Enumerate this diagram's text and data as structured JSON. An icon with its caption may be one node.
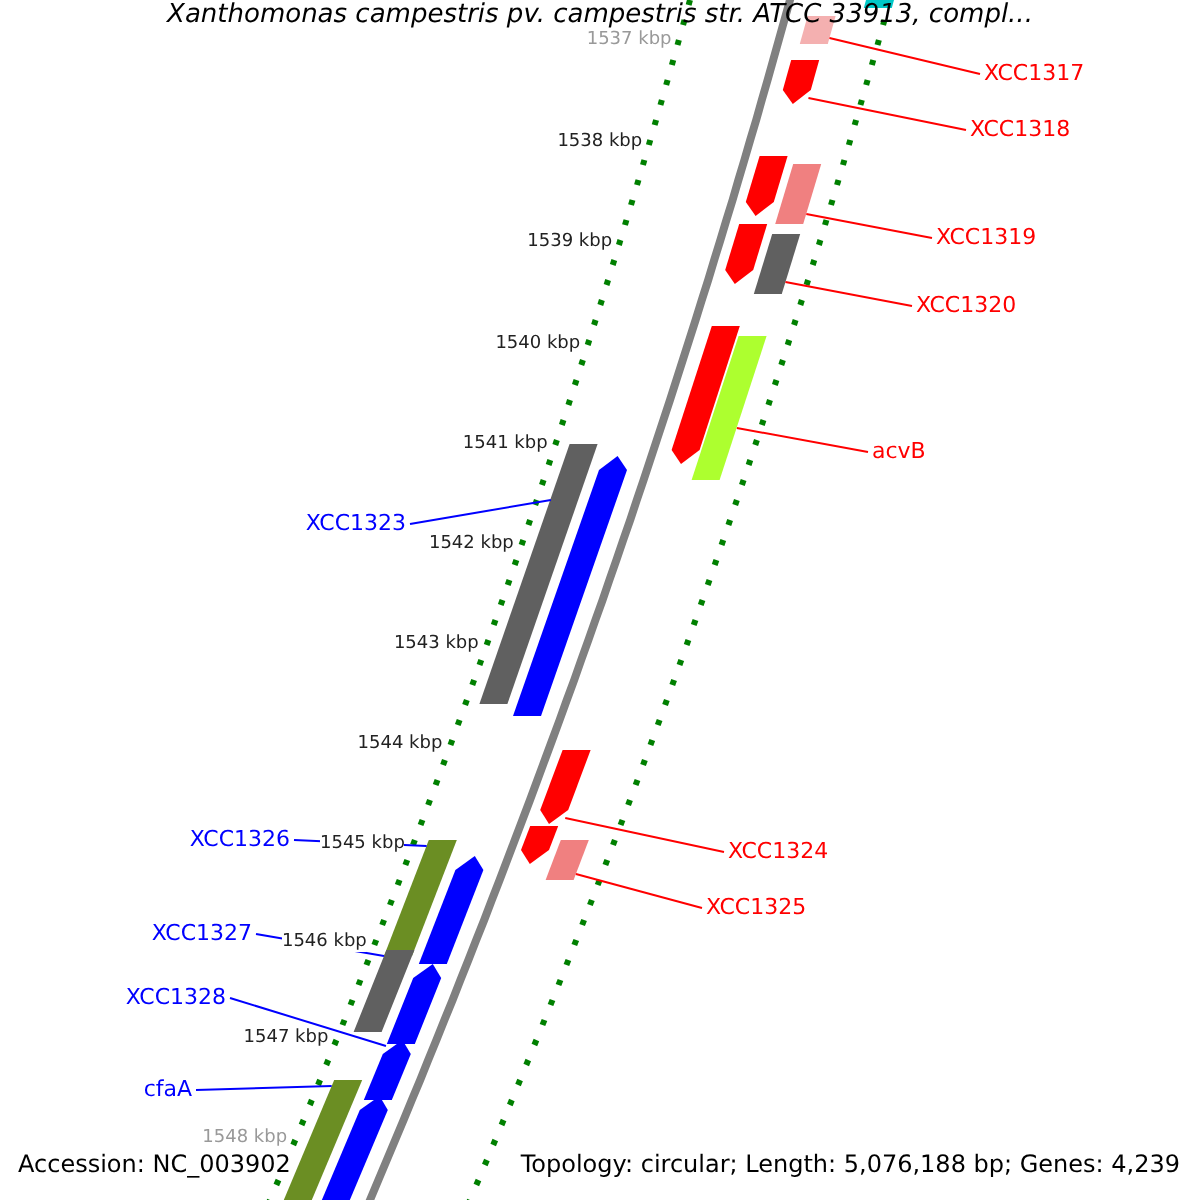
{
  "diagram": {
    "title": "Xanthomonas campestris pv. campestris str. ATCC 33913, compl...",
    "nodes": [
      {
        "text": [
          "XCC1317"
        ]
      },
      {
        "text": [
          "XCC1318"
        ]
      },
      {
        "text": [
          "XCC1319"
        ]
      },
      {
        "text": [
          "XCC1320"
        ]
      },
      {
        "text": [
          "acvB"
        ]
      },
      {
        "text": [
          "XCC1323"
        ]
      },
      {
        "text": [
          "XCC1324"
        ]
      },
      {
        "text": [
          "XCC1325"
        ]
      },
      {
        "text": [
          "XCC1326"
        ]
      },
      {
        "text": [
          "XCC1327"
        ]
      },
      {
        "text": [
          "XCC1328"
        ]
      },
      {
        "text": [
          "cfaA"
        ]
      },
      {
        "text": [],
        "shape": "bar"
      },
      {
        "text": [],
        "shape": "bar"
      },
      {
        "text": [],
        "shape": "bar"
      },
      {
        "text": [],
        "shape": "bar"
      },
      {
        "text": [],
        "shape": "bar"
      },
      {
        "text": [],
        "shape": "bar"
      },
      {
        "text": [],
        "shape": "bar"
      },
      {
        "text": [],
        "shape": "bar"
      },
      {
        "text": [],
        "shape": "bar"
      },
      {
        "text": [],
        "shape": "bar"
      },
      {
        "text": [],
        "shape": "bar"
      },
      {
        "text": [],
        "shape": "bar"
      },
      {
        "text": [],
        "shape": "bar"
      },
      {
        "text": [],
        "shape": "bar"
      },
      {
        "text": [],
        "shape": "bar"
      },
      {
        "text": [],
        "shape": "bar"
      },
      {
        "text": [],
        "shape": "bar"
      },
      {
        "text": [],
        "shape": "bar"
      },
      {
        "text": [],
        "shape": "bar"
      },
      {
        "text": [],
        "shape": "bar"
      },
      {
        "text": [],
        "shape": "bar"
      }
    ],
    "edges": [
      {
        "from": 0,
        "to": 13,
        "arrow": "none"
      },
      {
        "from": 1,
        "to": 14,
        "arrow": "none"
      },
      {
        "from": 2,
        "to": 16,
        "arrow": "none"
      },
      {
        "from": 3,
        "to": 18,
        "arrow": "none"
      },
      {
        "from": 4,
        "to": 20,
        "arrow": "none"
      },
      {
        "from": 5,
        "to": 21,
        "arrow": "none",
        "color": "#0000ff"
      },
      {
        "from": 6,
        "to": 23,
        "arrow": "none"
      },
      {
        "from": 7,
        "to": 25,
        "arrow": "none"
      },
      {
        "from": 8,
        "to": 26,
        "arrow": "none",
        "color": "#0000ff"
      },
      {
        "from": 9,
        "to": 28,
        "arrow": "none",
        "color": "#0000ff"
      },
      {
        "from": 10,
        "to": 30,
        "arrow": "none",
        "color": "#0000ff"
      },
      {
        "from": 11,
        "to": 31,
        "arrow": "none",
        "color": "#0000ff"
      }
    ],
    "labels": [
      "1537 kbp",
      "1538 kbp",
      "1539 kbp",
      "1540 kbp",
      "1541 kbp",
      "1542 kbp",
      "1543 kbp",
      "1544 kbp",
      "1545 kbp",
      "1546 kbp",
      "1547 kbp",
      "1548 kbp",
      "Accession: NC_003902",
      "Topology: circular; Length: 5,076,188 bp; Genes: 4,239"
    ]
  }
}
